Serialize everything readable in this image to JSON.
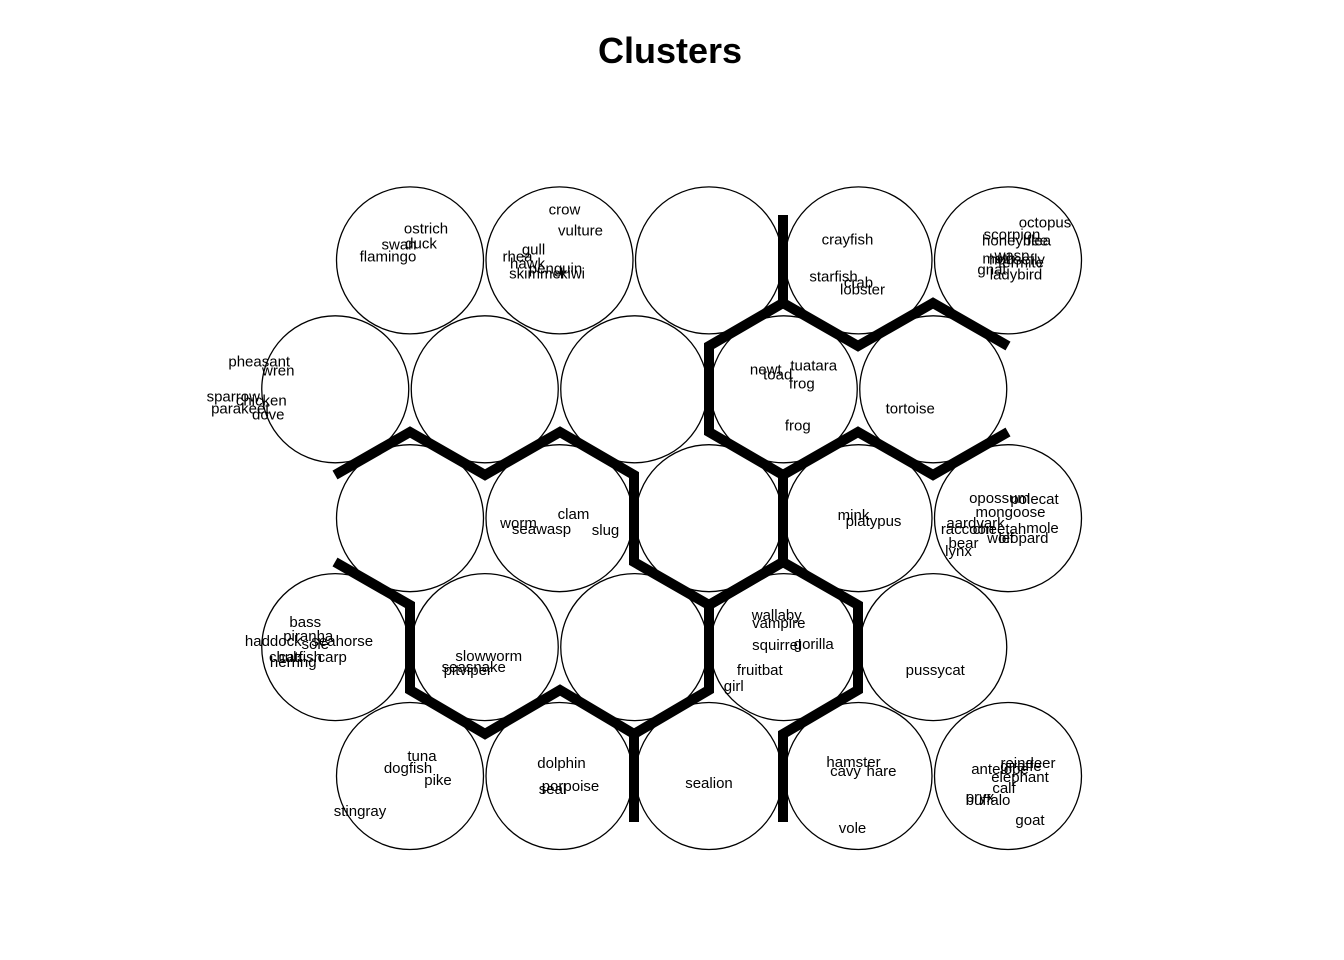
{
  "chart_data": {
    "type": "som-clusters",
    "title": "Clusters",
    "grid": {
      "xdim": 5,
      "ydim": 5,
      "topology": "hexagonal"
    },
    "units": [
      {
        "row": 1,
        "col": 1,
        "labels": [
          "tuna",
          "dogfish",
          "pike",
          "stingray"
        ]
      },
      {
        "row": 1,
        "col": 2,
        "labels": [
          "dolphin",
          "porpoise",
          "seal"
        ]
      },
      {
        "row": 1,
        "col": 3,
        "labels": [
          "sealion"
        ]
      },
      {
        "row": 1,
        "col": 4,
        "labels": [
          "hamster",
          "cavy",
          "hare",
          "vole"
        ]
      },
      {
        "row": 1,
        "col": 5,
        "labels": [
          "reindeer",
          "giraffe",
          "antelope",
          "elephant",
          "calf",
          "oryx",
          "buffalo",
          "goat"
        ]
      },
      {
        "row": 2,
        "col": 1,
        "labels": [
          "bass",
          "piranha",
          "haddock",
          "seahorse",
          "sole",
          "chub",
          "catfish",
          "carp",
          "herring"
        ]
      },
      {
        "row": 2,
        "col": 2,
        "labels": [
          "slowworm",
          "seasnake",
          "pitviper"
        ]
      },
      {
        "row": 2,
        "col": 3,
        "labels": []
      },
      {
        "row": 2,
        "col": 4,
        "labels": [
          "wallaby",
          "vampire",
          "squirrel",
          "gorilla",
          "fruitbat",
          "girl"
        ]
      },
      {
        "row": 2,
        "col": 5,
        "labels": [
          "pussycat"
        ]
      },
      {
        "row": 3,
        "col": 1,
        "labels": []
      },
      {
        "row": 3,
        "col": 2,
        "labels": [
          "clam",
          "worm",
          "seawasp",
          "slug"
        ]
      },
      {
        "row": 3,
        "col": 3,
        "labels": []
      },
      {
        "row": 3,
        "col": 4,
        "labels": [
          "mink",
          "platypus"
        ]
      },
      {
        "row": 3,
        "col": 5,
        "labels": [
          "opossum",
          "polecat",
          "mongoose",
          "aardvark",
          "raccoon",
          "mole",
          "cheetah",
          "leopard",
          "bear",
          "lynx",
          "wolf"
        ]
      },
      {
        "row": 4,
        "col": 1,
        "labels": [
          "pheasant",
          "wren",
          "sparrow",
          "chicken",
          "parakeet",
          "dove"
        ]
      },
      {
        "row": 4,
        "col": 2,
        "labels": []
      },
      {
        "row": 4,
        "col": 3,
        "labels": []
      },
      {
        "row": 4,
        "col": 4,
        "labels": [
          "newt",
          "tuatara",
          "toad",
          "frog",
          "frog"
        ]
      },
      {
        "row": 4,
        "col": 5,
        "labels": [
          "tortoise"
        ]
      },
      {
        "row": 5,
        "col": 1,
        "labels": [
          "ostrich",
          "swan",
          "duck",
          "flamingo"
        ]
      },
      {
        "row": 5,
        "col": 2,
        "labels": [
          "crow",
          "vulture",
          "gull",
          "rhea",
          "hawk",
          "penguin",
          "skimmer",
          "kiwi"
        ]
      },
      {
        "row": 5,
        "col": 3,
        "labels": []
      },
      {
        "row": 5,
        "col": 4,
        "labels": [
          "crayfish",
          "starfish",
          "crab",
          "lobster"
        ]
      },
      {
        "row": 5,
        "col": 5,
        "labels": [
          "octopus",
          "scorpion",
          "honeybee",
          "flea",
          "wasp",
          "moth",
          "housefly",
          "termite",
          "gnat",
          "ladybird"
        ]
      }
    ]
  }
}
